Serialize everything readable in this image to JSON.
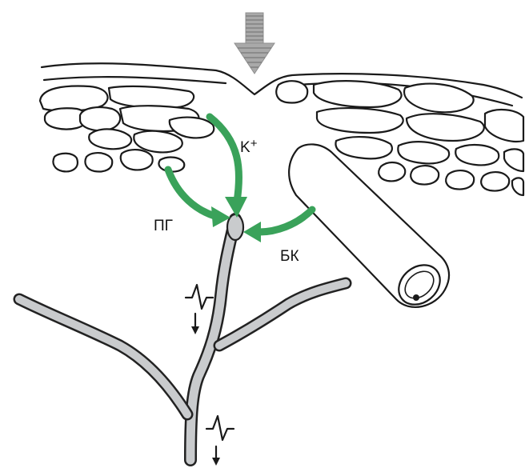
{
  "labels": {
    "potassium": "K",
    "potassium_charge": "+",
    "prostaglandin": "ПГ",
    "bradykinin": "БК"
  },
  "colors": {
    "mediator_arrow": "#3aa25a",
    "nerve_fill": "#c9cbcd",
    "nerve_outline": "#222222",
    "stimulus_arrow": "#8f8f8f",
    "line": "#1a1a1a"
  },
  "icons": {
    "stimulus": "down-arrow-icon",
    "action_potential": "zigzag-arrow-icon"
  }
}
